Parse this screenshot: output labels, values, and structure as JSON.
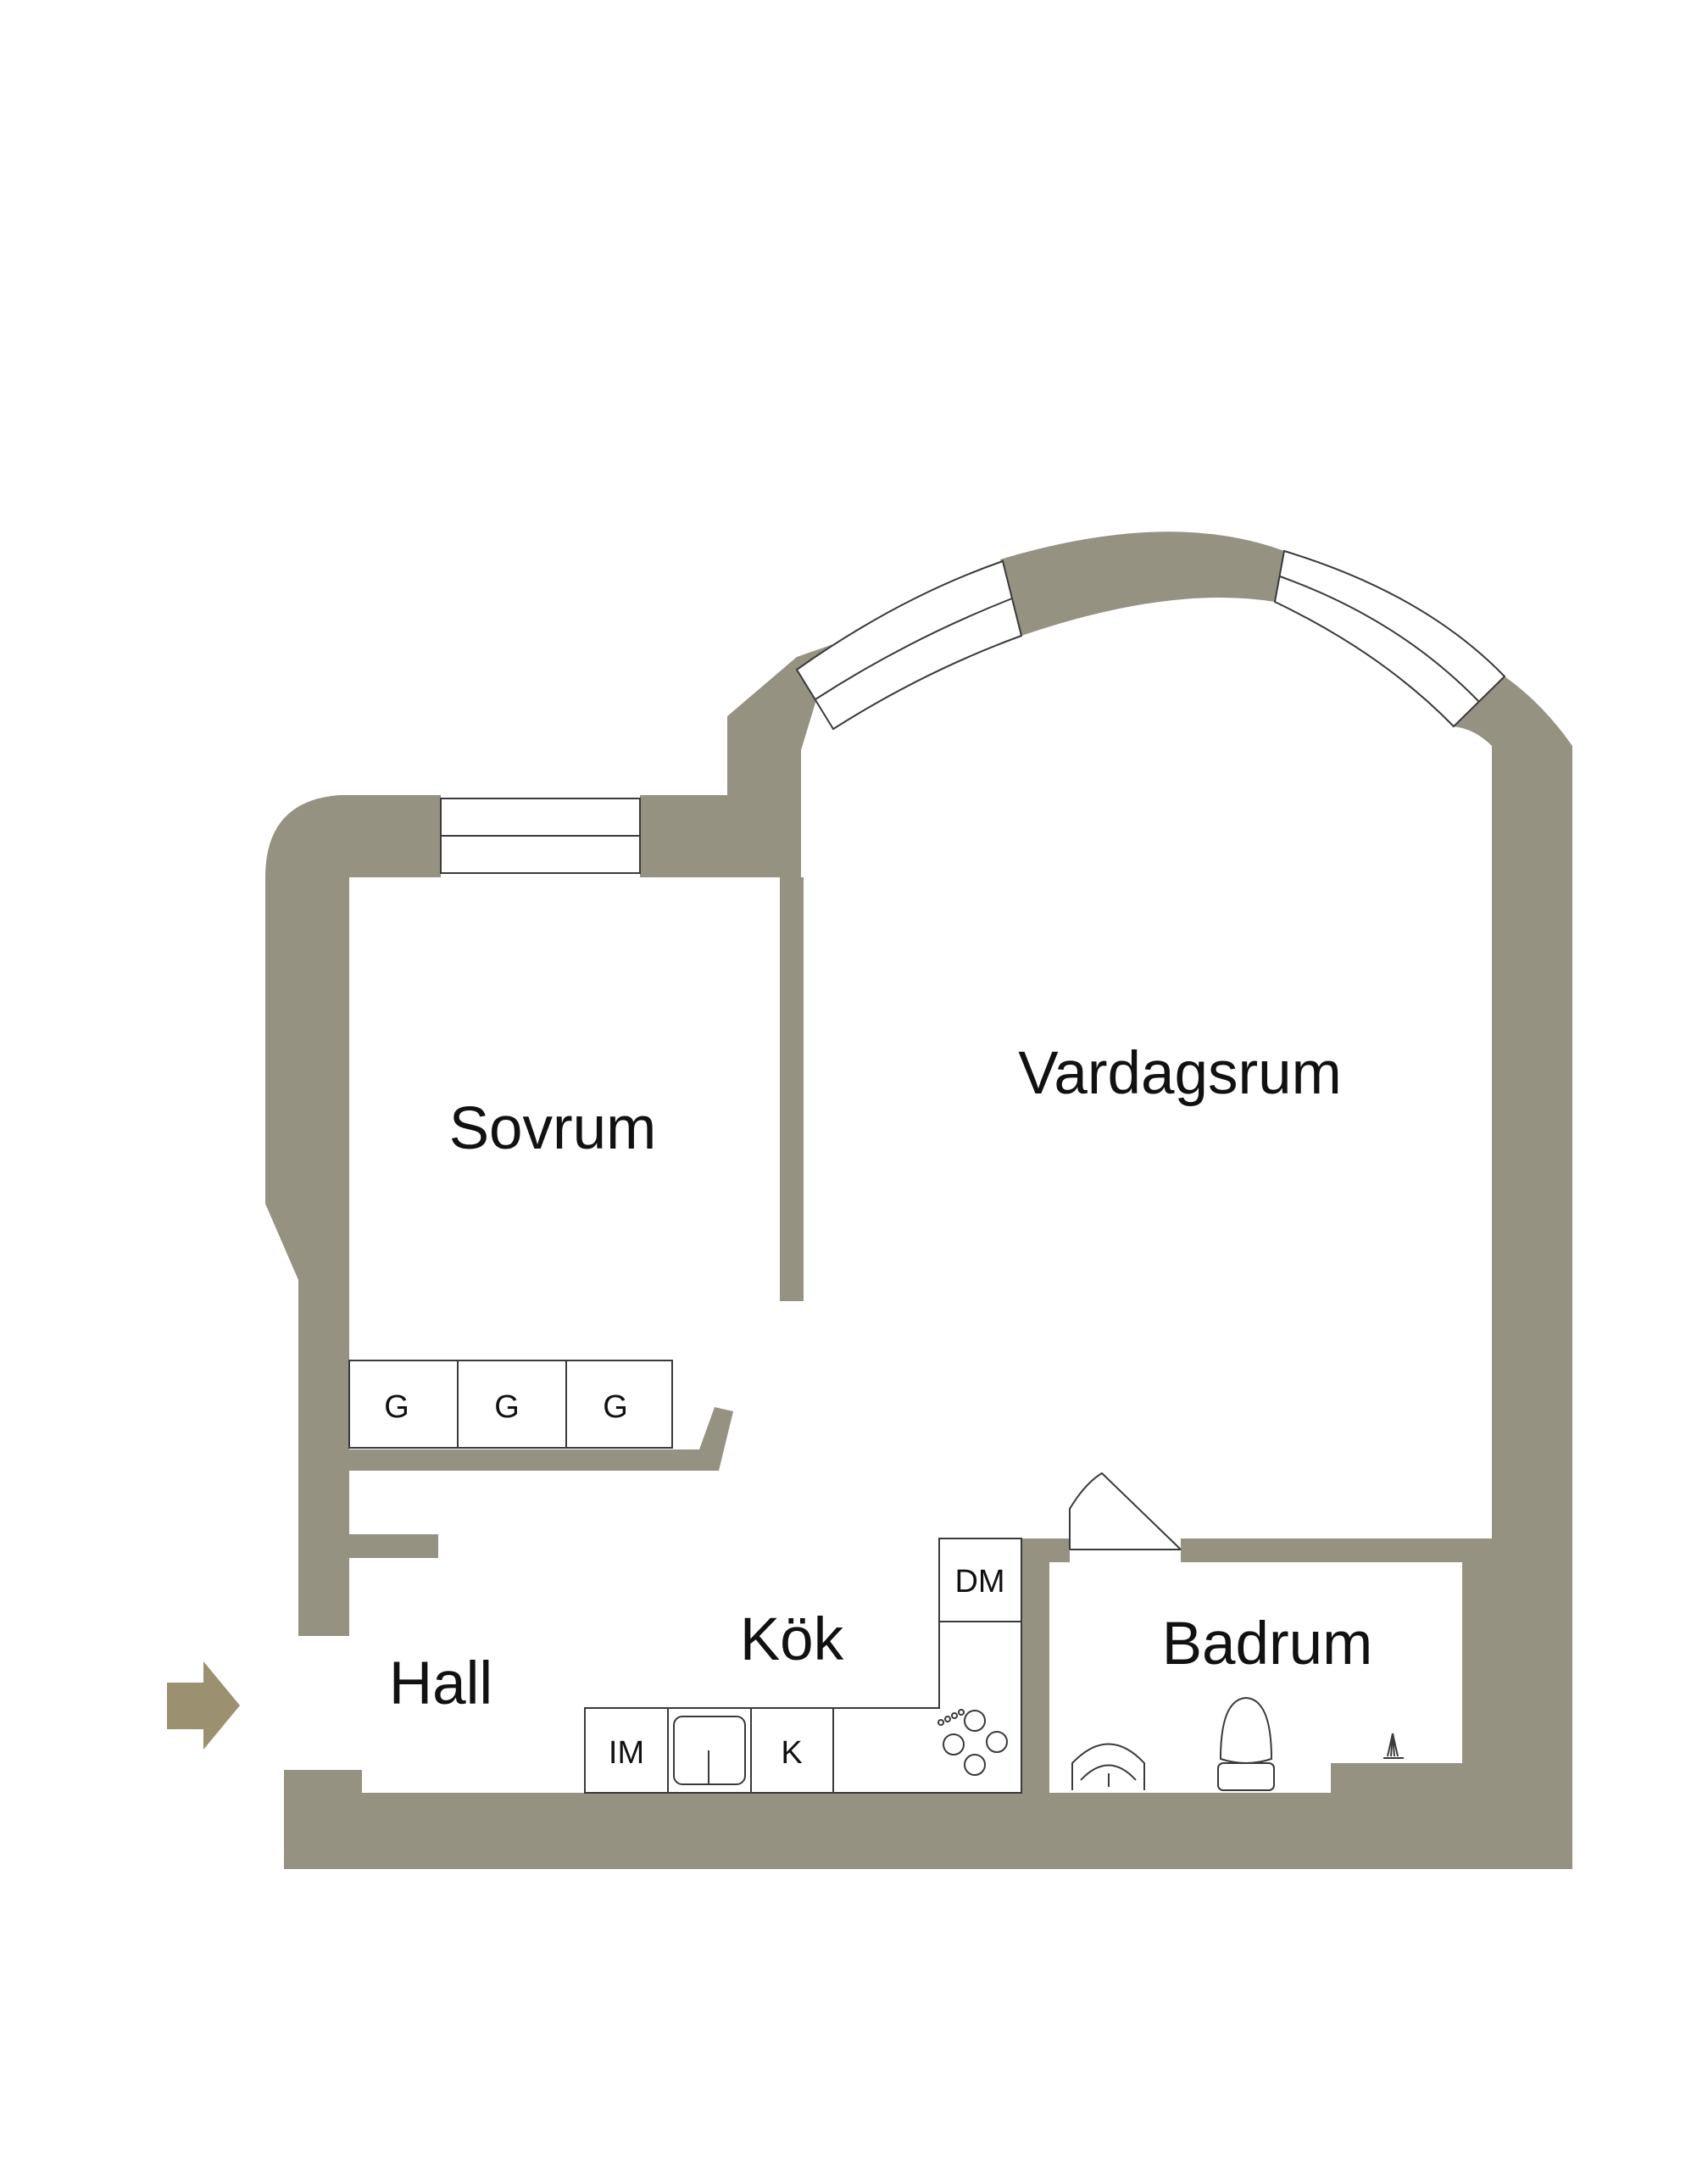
{
  "colors": {
    "wall": "#959282",
    "entrance_arrow": "#9b9070",
    "background": "#ffffff"
  },
  "rooms": {
    "sovrum": "Sovrum",
    "vardagsrum": "Vardagsrum",
    "kok": "Kök",
    "hall": "Hall",
    "badrum": "Badrum"
  },
  "fixtures": {
    "wardrobe": [
      "G",
      "G",
      "G"
    ],
    "dishwasher": "DM",
    "washing_machine": "IM",
    "fridge": "K"
  },
  "icons": {
    "entrance": "entrance-arrow-icon",
    "sink": "kitchen-sink-icon",
    "stove": "stove-icon",
    "washbasin": "washbasin-icon",
    "toilet": "toilet-icon",
    "shower": "shower-icon"
  }
}
